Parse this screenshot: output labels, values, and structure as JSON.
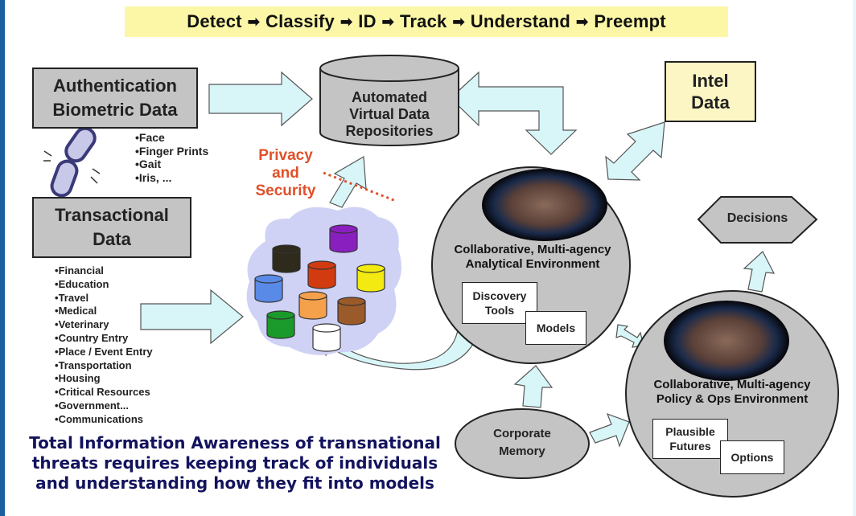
{
  "banner": {
    "steps": [
      "Detect",
      "Classify",
      "ID",
      "Track",
      "Understand",
      "Preempt"
    ],
    "separator": "➡"
  },
  "authentication_box": {
    "line1": "Authentication",
    "line2": "Biometric Data"
  },
  "biometric_items": [
    "Face",
    "Finger Prints",
    "Gait",
    "Iris, ..."
  ],
  "transactional_box": {
    "line1": "Transactional",
    "line2": "Data"
  },
  "transactional_items": [
    "Financial",
    "Education",
    "Travel",
    "Medical",
    "Veterinary",
    "Country Entry",
    "Place / Event Entry",
    "Transportation",
    "Housing",
    "Critical Resources",
    "Government...",
    "Communications"
  ],
  "privacy_label": {
    "line1": "Privacy",
    "line2": "and",
    "line3": "Security"
  },
  "repository": {
    "line1": "Automated",
    "line2": "Virtual Data",
    "line3": "Repositories"
  },
  "data_cloud": {
    "cylinder_colors": [
      "#2e2a1c",
      "#8a1fc0",
      "#d23a10",
      "#f2ea10",
      "#5a8ae8",
      "#f5a04a",
      "#9a5a2a",
      "#1a9a2a",
      "#ffffff"
    ]
  },
  "analytical_env": {
    "line1": "Collaborative, Multi-agency",
    "line2": "Analytical Environment",
    "box1": {
      "line1": "Discovery",
      "line2": "Tools"
    },
    "box2": "Models"
  },
  "intel_data": {
    "line1": "Intel",
    "line2": "Data"
  },
  "decisions": "Decisions",
  "policy_env": {
    "line1": "Collaborative, Multi-agency",
    "line2": "Policy & Ops Environment",
    "box1": {
      "line1": "Plausible",
      "line2": "Futures"
    },
    "box2": "Options"
  },
  "corporate_memory": {
    "line1": "Corporate",
    "line2": "Memory"
  },
  "tagline": {
    "line1": "Total Information Awareness of transnational",
    "line2": "threats requires keeping track of individuals",
    "line3": "and understanding how they fit into models"
  },
  "colors": {
    "arrow_fill": "#d8f6f8",
    "shape_gray": "#c4c4c4",
    "banner_bg": "#fbf7a6",
    "intel_bg": "#fbf6c4",
    "privacy_red": "#e0502a",
    "tagline_navy": "#13135e",
    "cloud": "#cfd2f5"
  }
}
